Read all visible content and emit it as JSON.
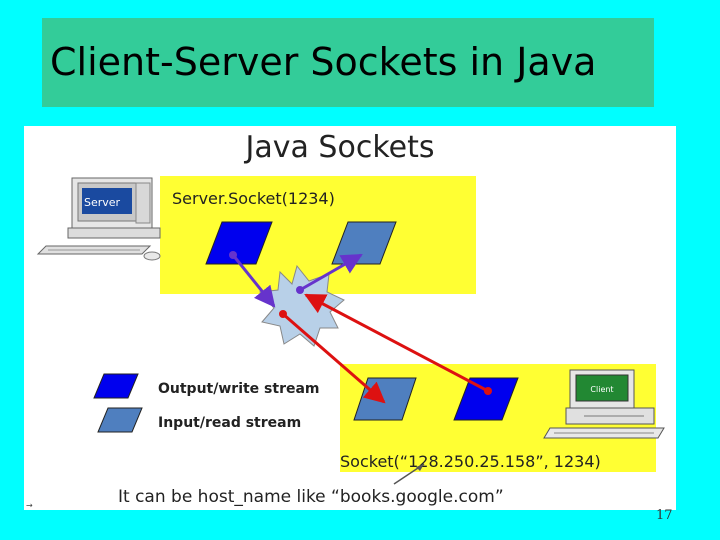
{
  "slide": {
    "title": "Client-Server Sockets in Java",
    "page_number": "17"
  },
  "diagram": {
    "heading": "Java Sockets",
    "server_box_label": "Server.Socket(1234)",
    "client_box_label": "Socket(“128.250.25.158”, 1234)",
    "server_computer_label": "Server",
    "client_computer_label": "Client",
    "legend": {
      "output_label": "Output/write stream",
      "input_label": "Input/read stream"
    },
    "note": "It can be host_name like “books.google.com”",
    "corner_mark": "→"
  },
  "colors": {
    "background": "#00ffff",
    "title_bar": "#33cc99",
    "box_fill": "#ffff33",
    "output_stream": "#0000ee",
    "input_stream": "#4f7fbf",
    "arrow_red": "#dd1111",
    "arrow_purple": "#6633cc",
    "star_fill": "#b8d0e8"
  }
}
